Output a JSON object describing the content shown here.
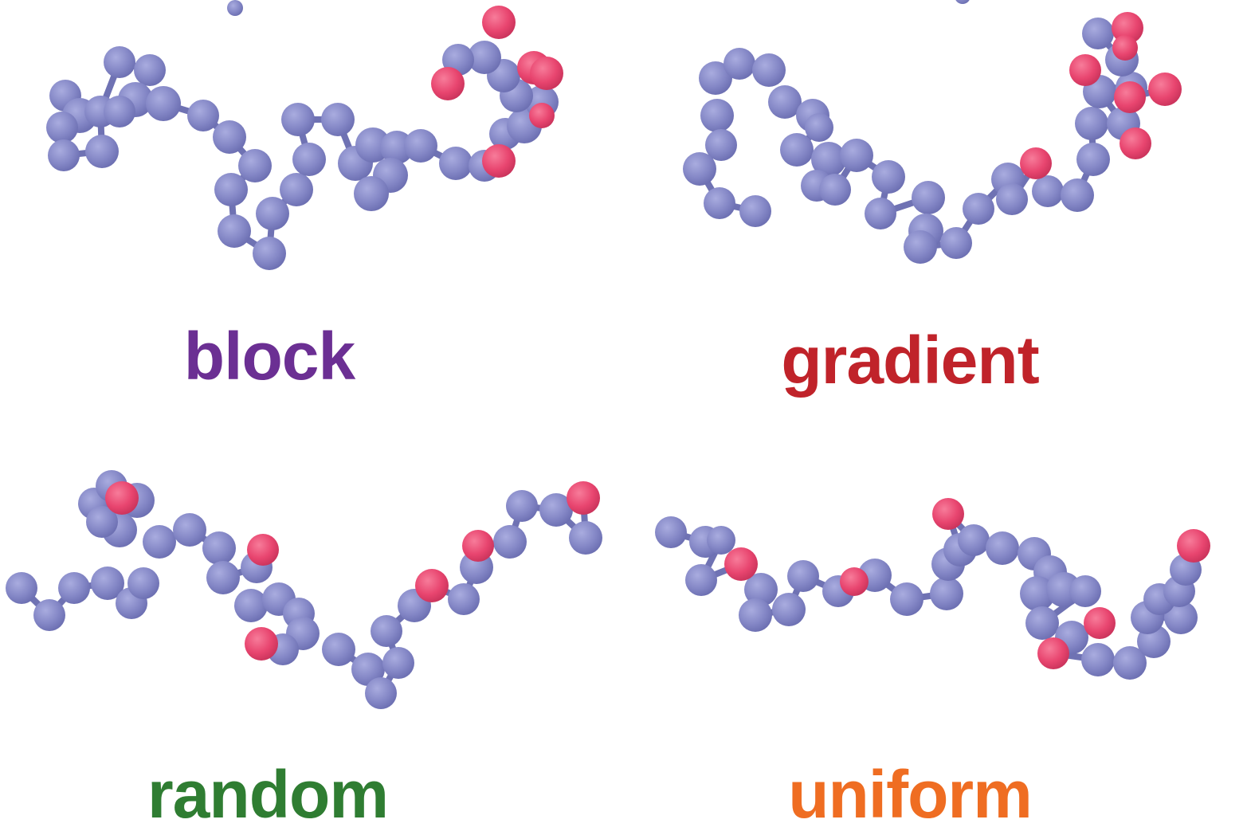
{
  "colors": {
    "bead_main": "#8487c6",
    "bead_comonomer": "#e8456f",
    "block": "#6b2f93",
    "gradient": "#c0232a",
    "random": "#2f7d32",
    "uniform": "#ef6d22"
  },
  "panels": [
    {
      "key": "block",
      "label": "block"
    },
    {
      "key": "gradient",
      "label": "gradient"
    },
    {
      "key": "random",
      "label": "random"
    },
    {
      "key": "uniform",
      "label": "uniform"
    }
  ]
}
